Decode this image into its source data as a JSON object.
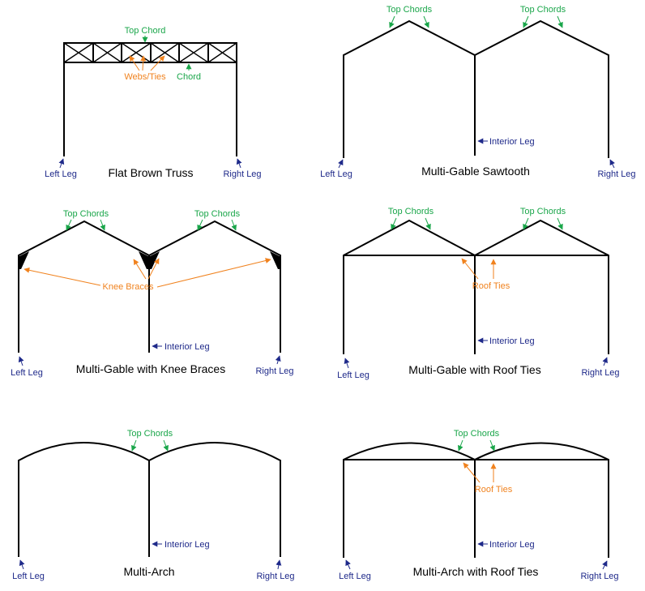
{
  "colors": {
    "structure": "#000000",
    "green_label": "#1aa64a",
    "orange_label": "#f0821e",
    "blue_label": "#1f2a8a"
  },
  "diagrams": [
    {
      "caption": "Flat Brown Truss",
      "labels": {
        "top_chord": "Top Chord",
        "webs_ties": "Webs/Ties",
        "chord": "Chord",
        "left_leg": "Left Leg",
        "right_leg": "Right Leg"
      }
    },
    {
      "caption": "Multi-Gable Sawtooth",
      "labels": {
        "top_chords_1": "Top Chords",
        "top_chords_2": "Top Chords",
        "interior_leg": "Interior Leg",
        "left_leg": "Left Leg",
        "right_leg": "Right Leg"
      }
    },
    {
      "caption": "Multi-Gable with Knee Braces",
      "labels": {
        "top_chords_1": "Top Chords",
        "top_chords_2": "Top Chords",
        "knee_braces": "Knee Braces",
        "interior_leg": "Interior Leg",
        "left_leg": "Left Leg",
        "right_leg": "Right Leg"
      }
    },
    {
      "caption": "Multi-Gable with Roof Ties",
      "labels": {
        "top_chords_1": "Top Chords",
        "top_chords_2": "Top Chords",
        "roof_ties": "Roof Ties",
        "interior_leg": "Interior Leg",
        "left_leg": "Left Leg",
        "right_leg": "Right Leg"
      }
    },
    {
      "caption": "Multi-Arch",
      "labels": {
        "top_chords": "Top Chords",
        "interior_leg": "Interior Leg",
        "left_leg": "Left Leg",
        "right_leg": "Right Leg"
      }
    },
    {
      "caption": "Multi-Arch with Roof Ties",
      "labels": {
        "top_chords": "Top Chords",
        "roof_ties": "Roof Ties",
        "interior_leg": "Interior Leg",
        "left_leg": "Left Leg",
        "right_leg": "Right Leg"
      }
    }
  ]
}
